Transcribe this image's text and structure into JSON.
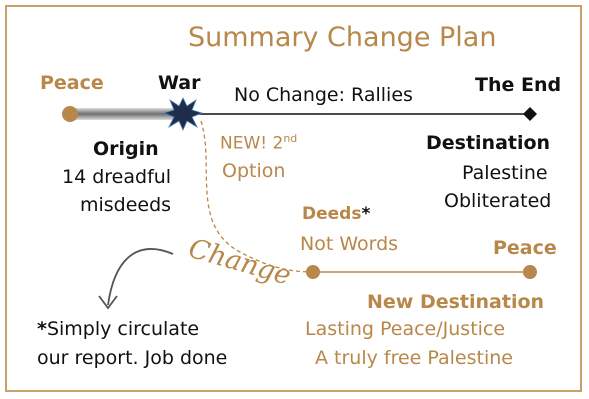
{
  "title": "Summary Change Plan",
  "labels": {
    "peace_left": "Peace",
    "war": "War",
    "no_change": "No Change: Rallies",
    "the_end": "The End",
    "origin": "Origin",
    "origin_line1": "14 dreadful",
    "origin_line2": "misdeeds",
    "new_option_a": "NEW! 2",
    "new_option_sup": "nd",
    "new_option_b": "Option",
    "destination": "Destination",
    "destination_line1": "Palestine",
    "destination_line2": "Obliterated",
    "deeds": "Deeds",
    "deeds_star": "*",
    "not_words": "Not Words",
    "peace_right": "Peace",
    "change": "Change",
    "new_destination": "New Destination",
    "new_destination_line1": "Lasting Peace/Justice",
    "new_destination_line2": "A truly free Palestine",
    "footnote_star": "*",
    "footnote_line1": "Simply circulate",
    "footnote_line2": "our report. Job done"
  },
  "colors": {
    "gold": "#b8874a",
    "border": "#c9a06a",
    "dark": "#111111",
    "gray_bar": "#8c8c8c",
    "burst": "#1f2d4a"
  }
}
